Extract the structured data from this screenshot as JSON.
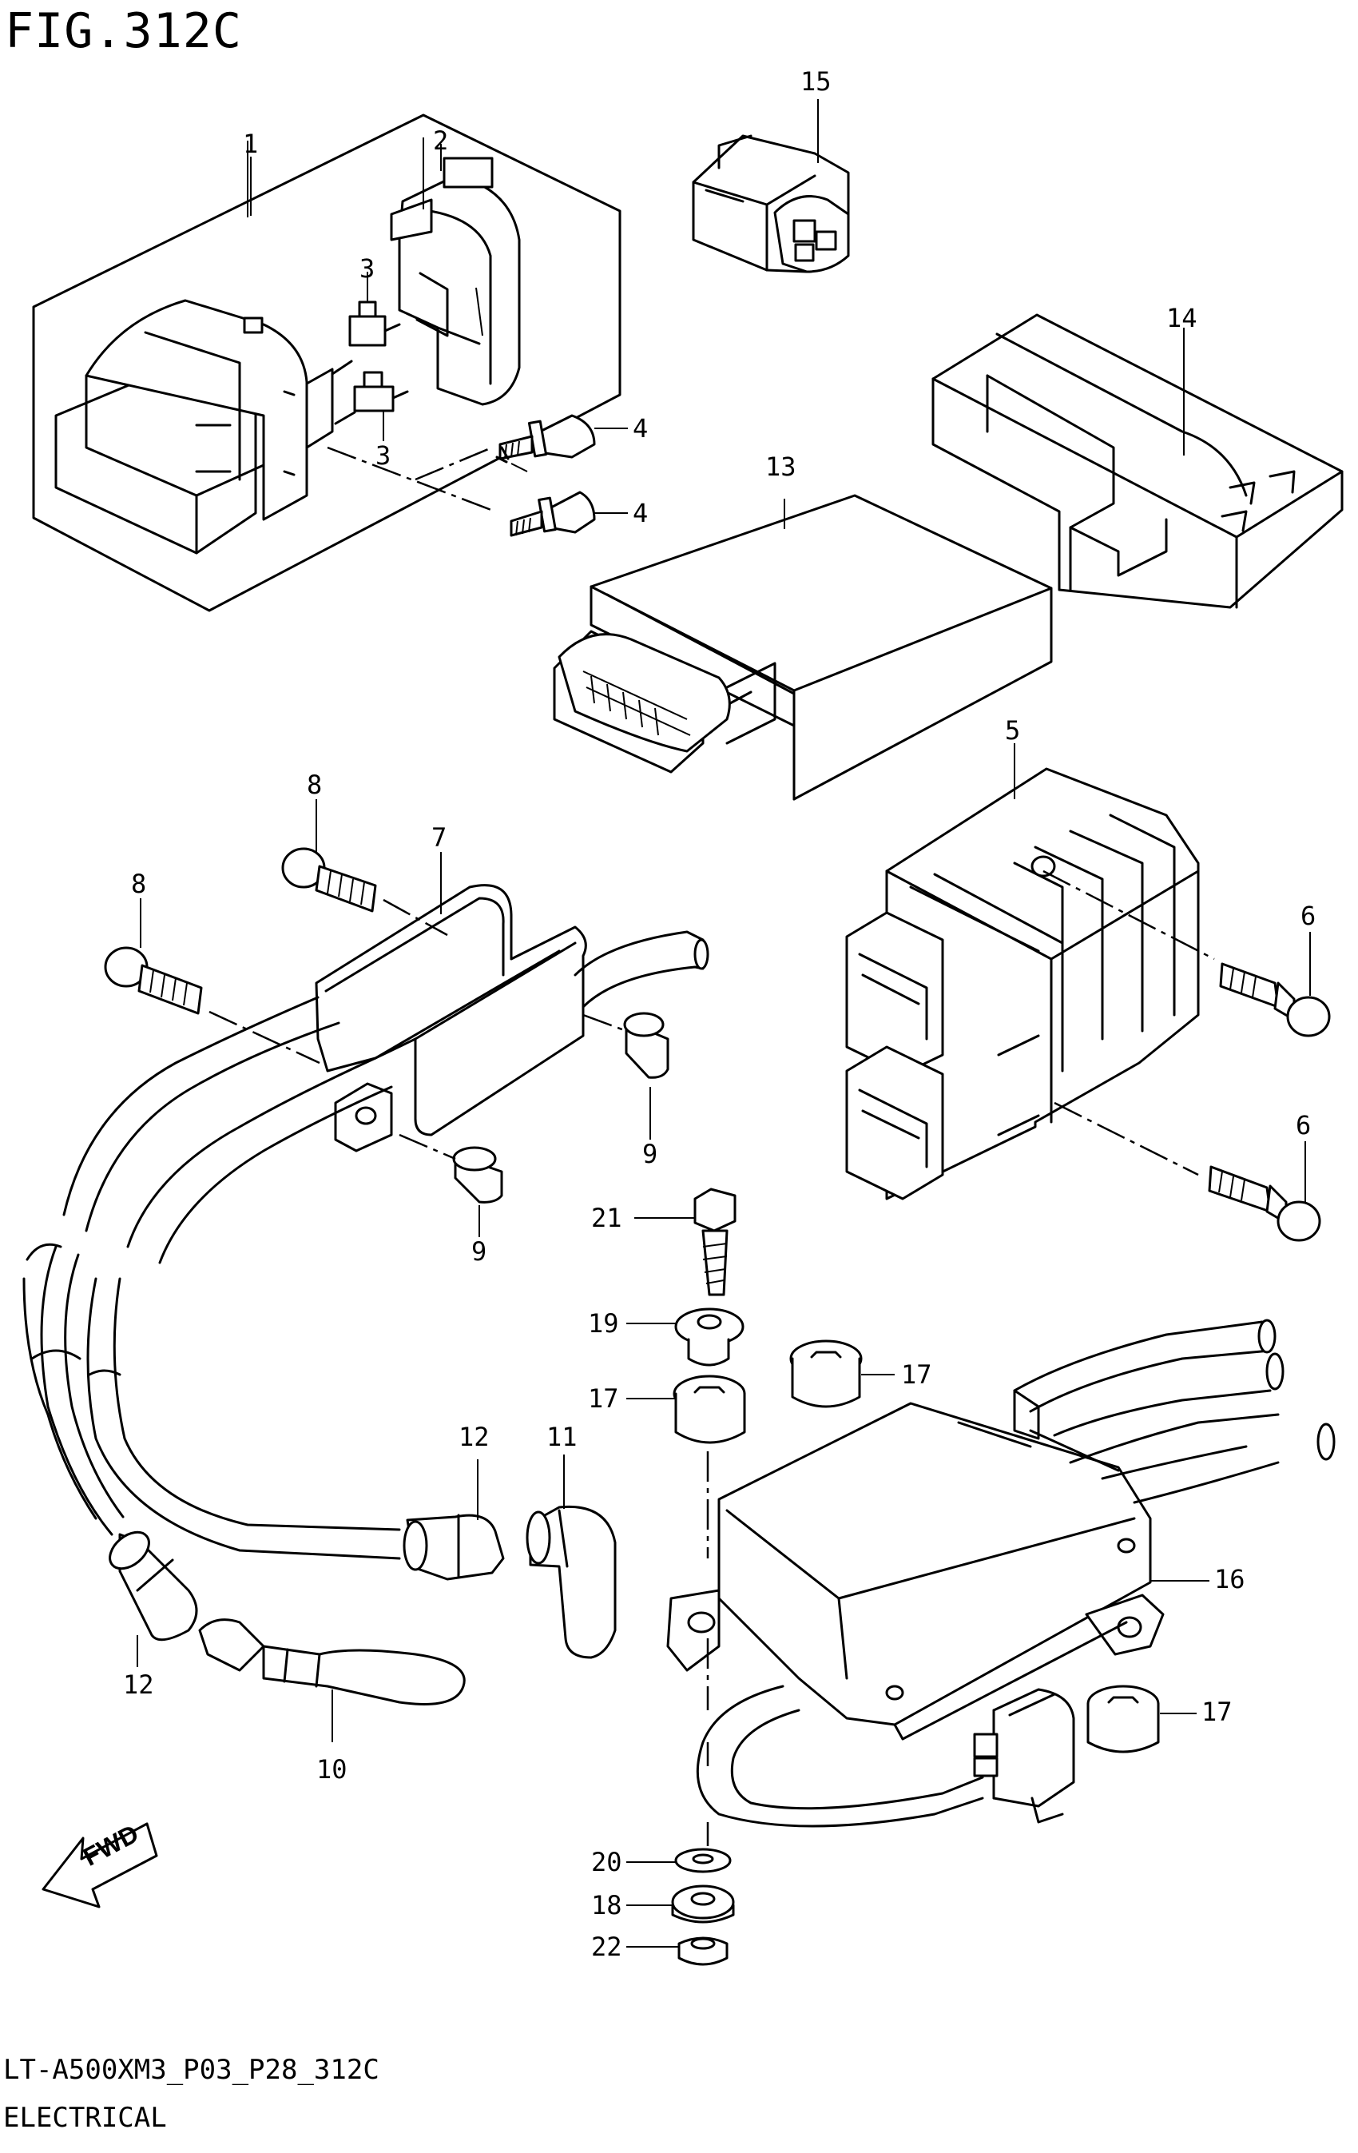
{
  "figure": {
    "title": "FIG.312C",
    "code": "LT-A500XM3_P03_P28_312C",
    "name": "ELECTRICAL"
  },
  "direction_marker": "FWD",
  "callouts": [
    {
      "id": "c1",
      "label": "1"
    },
    {
      "id": "c2",
      "label": "2"
    },
    {
      "id": "c3a",
      "label": "3"
    },
    {
      "id": "c3b",
      "label": "3"
    },
    {
      "id": "c4a",
      "label": "4"
    },
    {
      "id": "c4b",
      "label": "4"
    },
    {
      "id": "c5",
      "label": "5"
    },
    {
      "id": "c6a",
      "label": "6"
    },
    {
      "id": "c6b",
      "label": "6"
    },
    {
      "id": "c7",
      "label": "7"
    },
    {
      "id": "c8a",
      "label": "8"
    },
    {
      "id": "c8b",
      "label": "8"
    },
    {
      "id": "c9a",
      "label": "9"
    },
    {
      "id": "c9b",
      "label": "9"
    },
    {
      "id": "c10",
      "label": "10"
    },
    {
      "id": "c11",
      "label": "11"
    },
    {
      "id": "c12a",
      "label": "12"
    },
    {
      "id": "c12b",
      "label": "12"
    },
    {
      "id": "c13",
      "label": "13"
    },
    {
      "id": "c14",
      "label": "14"
    },
    {
      "id": "c15",
      "label": "15"
    },
    {
      "id": "c16",
      "label": "16"
    },
    {
      "id": "c17a",
      "label": "17"
    },
    {
      "id": "c17b",
      "label": "17"
    },
    {
      "id": "c17c",
      "label": "17"
    },
    {
      "id": "c18",
      "label": "18"
    },
    {
      "id": "c19",
      "label": "19"
    },
    {
      "id": "c20",
      "label": "20"
    },
    {
      "id": "c21",
      "label": "21"
    },
    {
      "id": "c22",
      "label": "22"
    }
  ]
}
